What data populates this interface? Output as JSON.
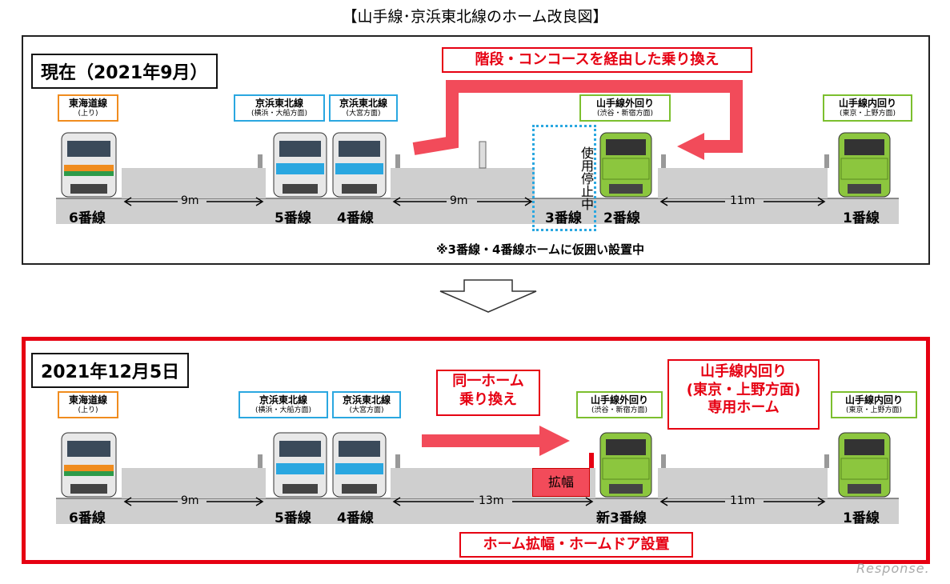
{
  "title": "【山手線･京浜東北線のホーム改良図】",
  "colors": {
    "red": "#e60012",
    "orange": "#f08c1e",
    "blue": "#2aa7e0",
    "green": "#7cbf2e",
    "ground": "#cfcfcf"
  },
  "current": {
    "date_label": "現在（2021年9月）",
    "transfer_label": "階段・コンコースを経由した乗り換え",
    "lines": {
      "tokaido": {
        "name": "東海道線",
        "sub": "(上り)"
      },
      "keihin5": {
        "name": "京浜東北線",
        "sub": "(横浜・大船方面)"
      },
      "keihin4": {
        "name": "京浜東北線",
        "sub": "(大宮方面)"
      },
      "yamanote_outer": {
        "name": "山手線外回り",
        "sub": "(渋谷・新宿方面)"
      },
      "yamanote_inner": {
        "name": "山手線内回り",
        "sub": "(東京・上野方面)"
      }
    },
    "tracks": {
      "t6": "6番線",
      "t5": "5番線",
      "t4": "4番線",
      "t3": "3番線",
      "t2": "2番線",
      "t1": "1番線"
    },
    "distances": {
      "d1": "9m",
      "d2": "9m",
      "d3": "11m"
    },
    "suspended": "使用停止中",
    "note": "※3番線・4番線ホームに仮囲い設置中"
  },
  "future": {
    "date_label": "2021年12月5日",
    "same_platform_label": "同一ホーム\n乗り換え",
    "dedicated_label": "山手線内回り\n(東京・上野方面)\n専用ホーム",
    "lines": {
      "tokaido": {
        "name": "東海道線",
        "sub": "(上り)"
      },
      "keihin5": {
        "name": "京浜東北線",
        "sub": "(横浜・大船方面)"
      },
      "keihin4": {
        "name": "京浜東北線",
        "sub": "(大宮方面)"
      },
      "yamanote_outer": {
        "name": "山手線外回り",
        "sub": "(渋谷・新宿方面)"
      },
      "yamanote_inner": {
        "name": "山手線内回り",
        "sub": "(東京・上野方面)"
      }
    },
    "tracks": {
      "t6": "6番線",
      "t5": "5番線",
      "t4": "4番線",
      "t3": "新3番線",
      "t1": "1番線"
    },
    "distances": {
      "d1": "9m",
      "d2": "13m",
      "d3": "11m"
    },
    "widen": "拡幅",
    "bottom_label": "ホーム拡幅・ホームドア設置"
  },
  "watermark": "Response."
}
